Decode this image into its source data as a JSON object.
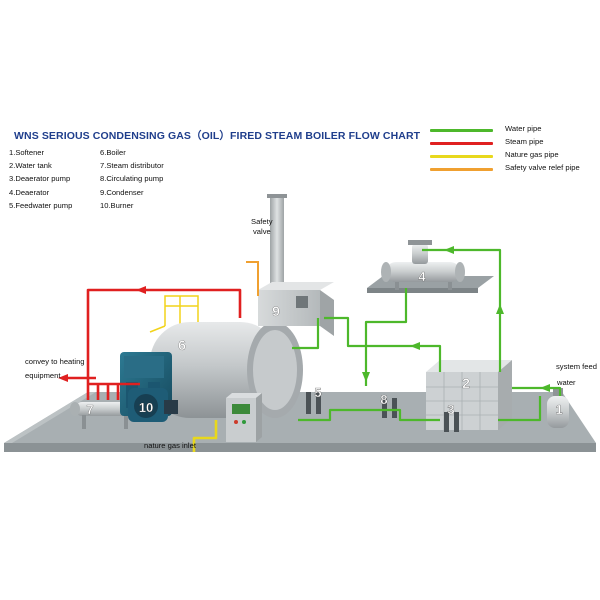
{
  "title": "WNS SERIOUS CONDENSING GAS（OIL）FIRED STEAM BOILER FLOW CHART",
  "components_left": [
    "1.Softener",
    "2.Water tank",
    "3.Deaerator pump",
    "4.Deaerator",
    "5.Feedwater pump"
  ],
  "components_right": [
    "6.Boiler",
    "7.Steam distributor",
    "8.Circulating pump",
    "9.Condenser",
    "10.Burner"
  ],
  "legend": [
    {
      "label": "Water pipe",
      "color": "#4db82b"
    },
    {
      "label": "Steam pipe",
      "color": "#e02020"
    },
    {
      "label": "Nature gas pipe",
      "color": "#e8d81c"
    },
    {
      "label": "Safety valve relef pipe",
      "color": "#f0a030"
    }
  ],
  "annotations": {
    "safety_valve_1": "Safety",
    "safety_valve_2": "valve",
    "heating_1": "convey to heating",
    "heating_2": "equipment",
    "system_feed_1": "system feed",
    "system_feed_2": "water",
    "gas_inlet": "nature gas inlet"
  },
  "markers": [
    "1",
    "2",
    "3",
    "4",
    "5",
    "6",
    "7",
    "8",
    "9",
    "10"
  ],
  "colors": {
    "title": "#1f3e8c",
    "boiler_body": "#b9bdbf",
    "burner_front": "#1f5d75",
    "floor": "#a9b0b3"
  }
}
